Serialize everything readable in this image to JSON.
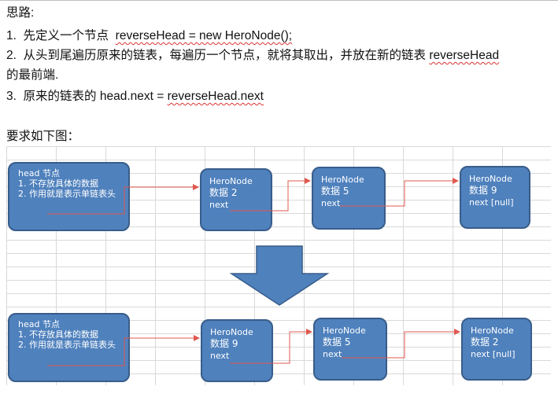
{
  "intro": {
    "title": "思路:",
    "step1_prefix": "1.  先定义一个节点  ",
    "step1_code": "reverseHead = new HeroNode();",
    "step2_prefix": "2.  从头到尾遍历原来的链表，每遍历一个节点，就将其取出，并放在新的链表 ",
    "step2_code": "reverseHead",
    "step2_cont": "的最前端.",
    "step3_prefix": "3.  原来的链表的 head.next = ",
    "step3_code": "reverseHead.next",
    "requirement": "要求如下图："
  },
  "diagram_before": {
    "head": {
      "title": "head 节点",
      "line1": "1. 不存放具体的数据",
      "line2": "2. 作用就是表示单链表头"
    },
    "nodes": [
      {
        "name": "HeroNode",
        "data": "数据 2",
        "next": "next"
      },
      {
        "name": "HeroNode",
        "data": "数据 5",
        "next": "next"
      },
      {
        "name": "HeroNode",
        "data": "数据 9",
        "next": "next [null]"
      }
    ]
  },
  "diagram_after": {
    "head": {
      "title": "head 节点",
      "line1": "1. 不存放具体的数据",
      "line2": "2. 作用就是表示单链表头"
    },
    "nodes": [
      {
        "name": "HeroNode",
        "data": "数据 9",
        "next": "next"
      },
      {
        "name": "HeroNode",
        "data": "数据 5",
        "next": "next"
      },
      {
        "name": "HeroNode",
        "data": "数据 2",
        "next": "next [null]"
      }
    ]
  },
  "colors": {
    "node_fill": "#4f81bd",
    "node_border": "#385d8a",
    "link": "#e0584f",
    "wavy_underline": "#d33"
  }
}
